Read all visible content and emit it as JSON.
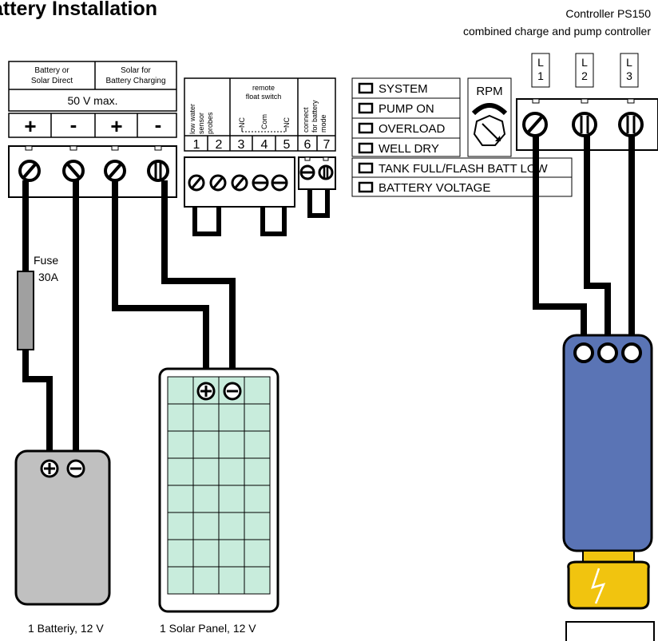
{
  "title": "attery Installation",
  "header": {
    "line1": "Controller PS150",
    "line2": "combined charge and pump controller"
  },
  "power_block": {
    "battery_or_solar_direct": [
      "Battery or",
      "Solar Direct"
    ],
    "solar_for_battery_charging": [
      "Solar for",
      "Battery Charging"
    ],
    "max_voltage": "50 V max.",
    "polarity_signs": [
      "+",
      "-",
      "+",
      "-"
    ]
  },
  "sensor_block": {
    "low_water_sensor_probes": [
      "low water",
      "sensor",
      "probes"
    ],
    "remote_float_switch": [
      "remote",
      "float switch"
    ],
    "switch_contacts": [
      "NC",
      "Com",
      "NC"
    ],
    "connect_for_battery_mode": [
      "connect",
      "for battery",
      "mode"
    ],
    "terminal_numbers": [
      "1",
      "2",
      "3",
      "4",
      "5",
      "6",
      "7"
    ]
  },
  "indicators": {
    "leds": [
      "SYSTEM",
      "PUMP ON",
      "OVERLOAD",
      "WELL DRY",
      "TANK FULL/FLASH BATT LOW",
      "BATTERY VOLTAGE"
    ]
  },
  "rpm_label": "RPM",
  "motor_terminals": [
    [
      "L",
      "1"
    ],
    [
      "L",
      "2"
    ],
    [
      "L",
      "3"
    ]
  ],
  "fuse": {
    "label": "Fuse",
    "rating": "30A"
  },
  "captions": {
    "battery": "1 Batteriy, 12 V",
    "solar_panel": "1 Solar Panel, 12 V"
  },
  "colors": {
    "pump_body": "#5a74b5",
    "pump_coupling": "#f1c40f",
    "battery_fill": "#c0c0c0",
    "solar_cell": "#c8ecdc",
    "fuse_fill": "#a0a0a0"
  }
}
